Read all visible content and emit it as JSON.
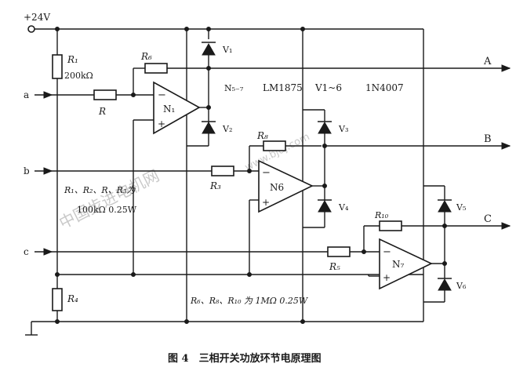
{
  "supply": "+24V",
  "inputs": {
    "a": "a",
    "b": "b",
    "c": "c"
  },
  "outputs": {
    "A": "A",
    "B": "B",
    "C": "C"
  },
  "resistors": {
    "R1": "R₁",
    "R1_value": "200kΩ",
    "R4": "R₄",
    "R6": "R₆",
    "R": "R",
    "R3": "R₃",
    "R8": "R₈",
    "R10": "R₁₀",
    "R5": "R₅"
  },
  "opamps": {
    "N_top": "N₁",
    "N_mid": "N6",
    "N_bot": "N₇"
  },
  "diodes": {
    "V1": "V₁",
    "V2": "V₂",
    "V3": "V₃",
    "V4": "V₄",
    "V5": "V₅",
    "V6": "V₆"
  },
  "parts_opamp": "N₅₋₇",
  "parts_opamp_model": "LM1875",
  "parts_diodes": "V1~6",
  "parts_diode_model": "1N4007",
  "note1_line1": "R₁、R₂、R、R₃为",
  "note1_line2": "100kΩ 0.25W",
  "note2": "R₆、R₈、R₁₀ 为 1MΩ  0.25W",
  "watermark": "中国步进电机网",
  "watermark_url": "www.bjdj.com",
  "caption": "图 4　三相开关功放环节电原理图"
}
